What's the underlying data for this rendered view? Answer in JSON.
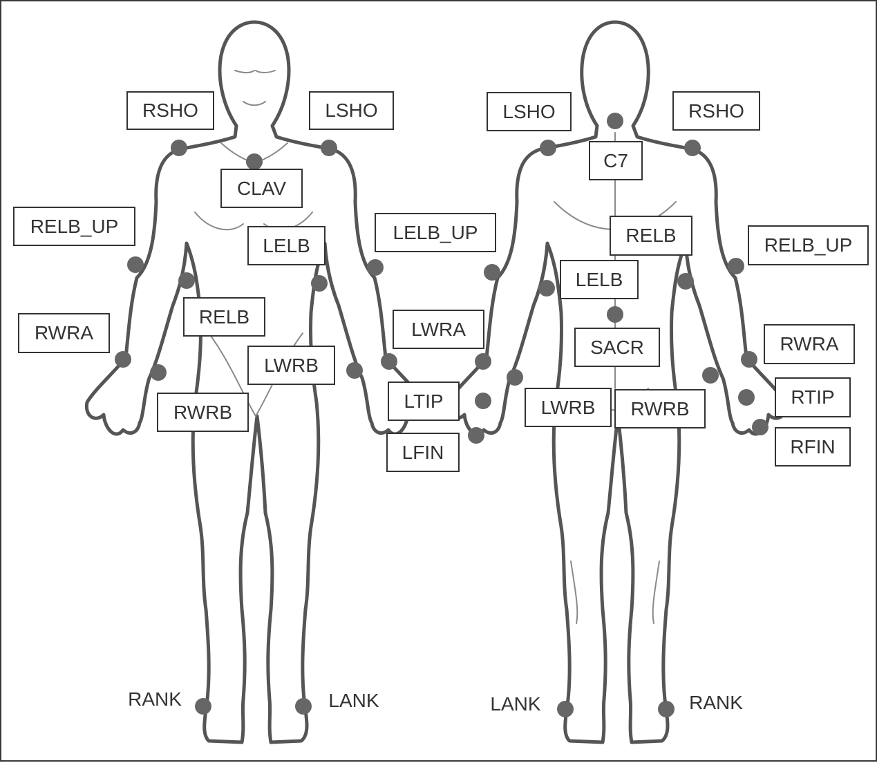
{
  "front_view": {
    "labels": {
      "rsho": "RSHO",
      "lsho": "LSHO",
      "clav": "CLAV",
      "relb_up": "RELB_UP",
      "lelb": "LELB",
      "lelb_up": "LELB_UP",
      "relb": "RELB",
      "rwra": "RWRA",
      "lwra": "LWRA",
      "lwrb": "LWRB",
      "ltip": "LTIP",
      "rwrb": "RWRB",
      "lfin": "LFIN",
      "rank": "RANK",
      "lank": "LANK"
    }
  },
  "back_view": {
    "labels": {
      "lsho": "LSHO",
      "rsho": "RSHO",
      "c7": "C7",
      "relb": "RELB",
      "relb_up": "RELB_UP",
      "lelb": "LELB",
      "sacr": "SACR",
      "rwra": "RWRA",
      "rtip": "RTIP",
      "lwrb": "LWRB",
      "rwrb": "RWRB",
      "rfin": "RFIN",
      "lank": "LANK",
      "rank": "RANK"
    }
  },
  "colors": {
    "outline": "#555555",
    "marker": "#666666",
    "box_border": "#333333",
    "text": "#333333"
  }
}
